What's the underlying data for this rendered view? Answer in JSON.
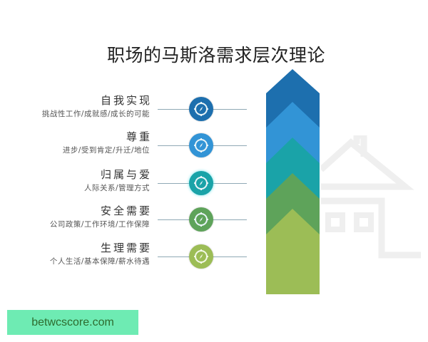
{
  "title": "职场的马斯洛需求层次理论",
  "levels": [
    {
      "name": "自我实现",
      "desc": "挑战性工作/成就感/成长的可能",
      "color": "#1d6fae",
      "icon": "compass-icon"
    },
    {
      "name": "尊重",
      "desc": "进步/受到肯定/升迁/地位",
      "color": "#3294d6",
      "icon": "compass-icon"
    },
    {
      "name": "归属与爱",
      "desc": "人际关系/管理方式",
      "color": "#1aa3a8",
      "icon": "compass-icon"
    },
    {
      "name": "安全需要",
      "desc": "公司政策/工作环境/工作保障",
      "color": "#5ea35a",
      "icon": "compass-icon"
    },
    {
      "name": "生理需要",
      "desc": "个人生活/基本保障/薪水待遇",
      "color": "#9cbd56",
      "icon": "compass-icon"
    }
  ],
  "arrow_colors": [
    "#1d6fae",
    "#3294d6",
    "#1aa3a8",
    "#5ea35a",
    "#9cbd56"
  ],
  "background_icon": "house-icon",
  "watermark": "betwcscore.com"
}
